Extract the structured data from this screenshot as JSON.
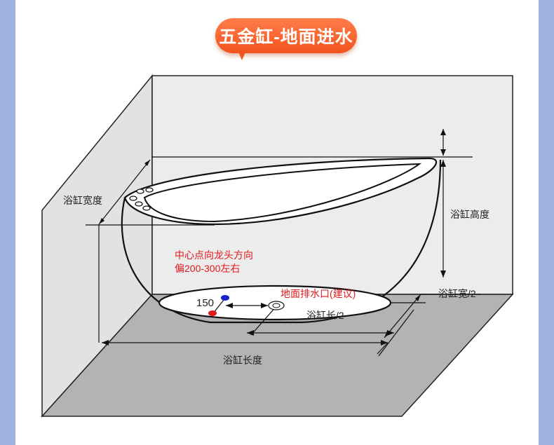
{
  "title": "五金缸-地面进水",
  "labels": {
    "width": "浴缸宽度",
    "height": "浴缸高度",
    "half_width": "浴缸宽/2",
    "half_length": "浴缸长/2",
    "length": "浴缸长度",
    "drain": "地面排水口(建议)",
    "center_line1": "中心点向龙头方向",
    "center_line2": "偏200-300左右",
    "spacing": "150"
  },
  "colors": {
    "background": "#9eb4de",
    "title_accent": "#f2541e",
    "note_red": "#e0191e",
    "hot_pipe": "#e0191e",
    "cold_pipe": "#1b22c9",
    "wall": "#e4e4e4",
    "floor": "#b3b3b3"
  }
}
